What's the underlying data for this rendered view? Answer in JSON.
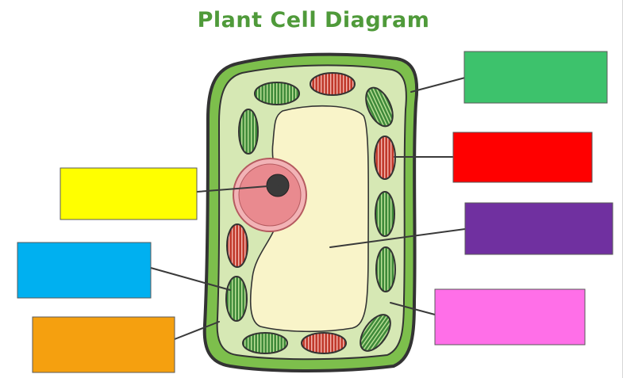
{
  "title": "Plant Cell Diagram",
  "colors": {
    "title": "#4f9a3a",
    "cell_wall": "#7dbf4c",
    "cytoplasm": "#d6e8b4",
    "vacuole": "#f9f4c9",
    "nucleus": "#e98a8f",
    "nucleolus": "#3a3a3a",
    "chloroplast": "#3f8a3a",
    "mitochondrion": "#c0392b"
  },
  "label_boxes": [
    {
      "name": "label-box-cell-wall",
      "fill": "#3dc26c"
    },
    {
      "name": "label-box-mitochondrion",
      "fill": "#ff0000"
    },
    {
      "name": "label-box-vacuole",
      "fill": "#7030a0"
    },
    {
      "name": "label-box-cytoplasm",
      "fill": "#ff6fe8"
    },
    {
      "name": "label-box-nucleus",
      "fill": "#ffff00"
    },
    {
      "name": "label-box-chloroplast",
      "fill": "#00b0f0"
    },
    {
      "name": "label-box-cell-membrane",
      "fill": "#f5a00f"
    }
  ]
}
